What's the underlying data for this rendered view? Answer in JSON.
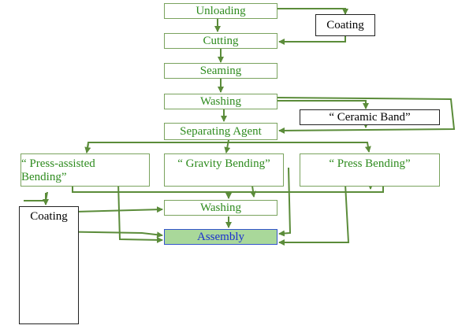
{
  "nodes": {
    "unloading": "Unloading",
    "coating_top": "Coating",
    "cutting": "Cutting",
    "seaming": "Seaming",
    "washing_1": "Washing",
    "ceramic_band": "“ Ceramic Band”",
    "separating_agent": "Separating Agent",
    "press_assisted_bending_1": "“ Press-assisted",
    "press_assisted_bending_2": "Bending”",
    "gravity_bending": "“ Gravity Bending”",
    "press_bending": "“ Press Bending”",
    "coating_left": "Coating",
    "washing_2": "Washing",
    "assembly": "Assembly"
  },
  "colors": {
    "arrow": "#5b8c3a",
    "green_text": "#2e8b1e",
    "assembly_fill": "#a9d89a",
    "assembly_text": "#1a2fd0"
  }
}
